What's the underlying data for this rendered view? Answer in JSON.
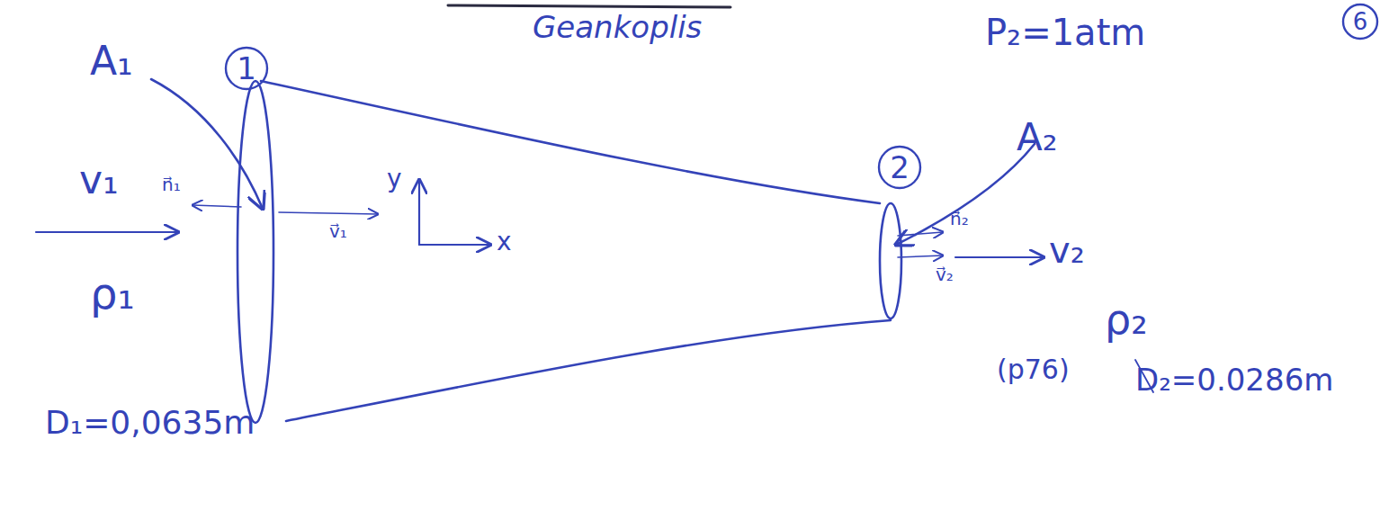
{
  "diagram": {
    "nodes": [
      {
        "text": [
          "1"
        ]
      },
      {
        "text": [
          "2"
        ]
      },
      {
        "text": [
          "6"
        ]
      }
    ],
    "labels": [
      "Geankoplis",
      "P₂=1atm",
      "A₁",
      "A₂",
      "v₁",
      "n⃗₁",
      "v⃗₁",
      "y",
      "x",
      "ρ₁",
      "D₁=0,0635m",
      "n⃗₂",
      "v⃗₂",
      "v₂",
      "ρ₂",
      "(p76)",
      "D₂=0.0286m"
    ]
  }
}
